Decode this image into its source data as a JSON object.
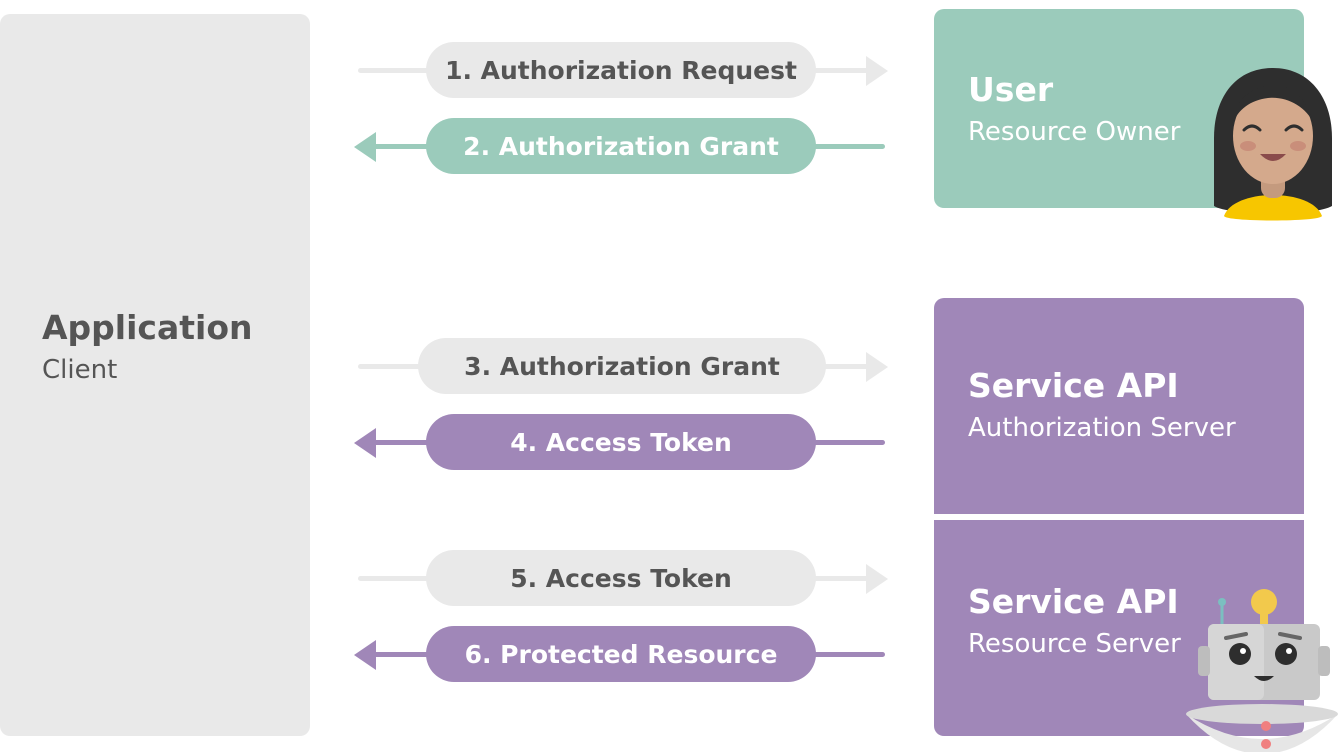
{
  "client": {
    "title": "Application",
    "subtitle": "Client"
  },
  "user": {
    "title": "User",
    "subtitle": "Resource Owner"
  },
  "auth_server": {
    "title": "Service API",
    "subtitle": "Authorization Server"
  },
  "resource_server": {
    "title": "Service API",
    "subtitle": "Resource Server"
  },
  "steps": [
    {
      "label": "1. Authorization Request",
      "direction": "right",
      "color": "#e9e9e9"
    },
    {
      "label": "2. Authorization Grant",
      "direction": "left",
      "color": "#9bcbbb"
    },
    {
      "label": "3. Authorization Grant",
      "direction": "right",
      "color": "#e9e9e9"
    },
    {
      "label": "4. Access Token",
      "direction": "left",
      "color": "#a087b8"
    },
    {
      "label": "5. Access Token",
      "direction": "right",
      "color": "#e9e9e9"
    },
    {
      "label": "6. Protected Resource",
      "direction": "left",
      "color": "#a087b8"
    }
  ],
  "colors": {
    "grey": "#e9e9e9",
    "green": "#9bcbbb",
    "purple": "#a087b8",
    "text_dark": "#555555"
  },
  "icons": [
    "user-avatar-icon",
    "robot-icon"
  ]
}
